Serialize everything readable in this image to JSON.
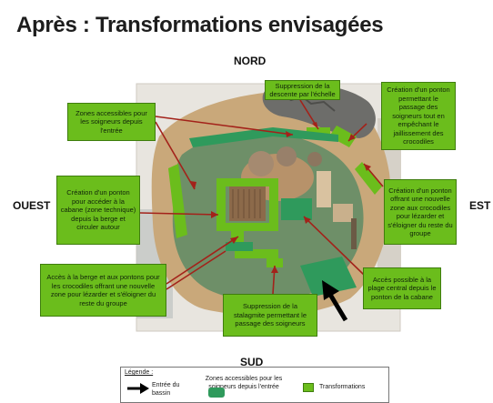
{
  "title": "Après : Transformations envisagées",
  "compass": {
    "north": "NORD",
    "south": "SUD",
    "west": "OUEST",
    "east": "EST"
  },
  "callouts": {
    "zones_soigneurs": "Zones accessibles pour les soigneurs depuis l'entrée",
    "suppression_descente": "Suppression de la descente par l'échelle",
    "ponton_jaillissement": "Création d'un ponton permettant le passage des soigneurs tout en empêchant le jaillissement des crocodiles",
    "ponton_cabane": "Création d'un ponton pour accéder à la cabane (zone technique) depuis la berge et circuler autour",
    "ponton_lezarder": "Création d'un ponton offrant une nouvelle zone aux crocodiles pour lézarder et s'éloigner du reste du groupe",
    "acces_berge": "Accès à la berge et aux pontons pour les crocodiles offrant une nouvelle zone pour lézarder et s'éloigner du reste du groupe",
    "acces_plage": "Accès possible à la plage central depuis le ponton de la cabane",
    "suppression_stalagmite": "Suppression de la stalagmite permettant le passage des soigneurs"
  },
  "legend": {
    "title": "Légende :",
    "entry": "Entrée du bassin",
    "zones": "Zones accessibles pour les soigneurs depuis l'entrée",
    "transformations": "Transformations"
  },
  "colors": {
    "transformation_green": "#6bbd1c",
    "caretaker_zone_green": "#2f9a5c",
    "arrow_red": "#a3221a",
    "water": "#6e8f68",
    "sand": "#c9a87a"
  },
  "icons": {
    "entry": "arrow-icon"
  }
}
